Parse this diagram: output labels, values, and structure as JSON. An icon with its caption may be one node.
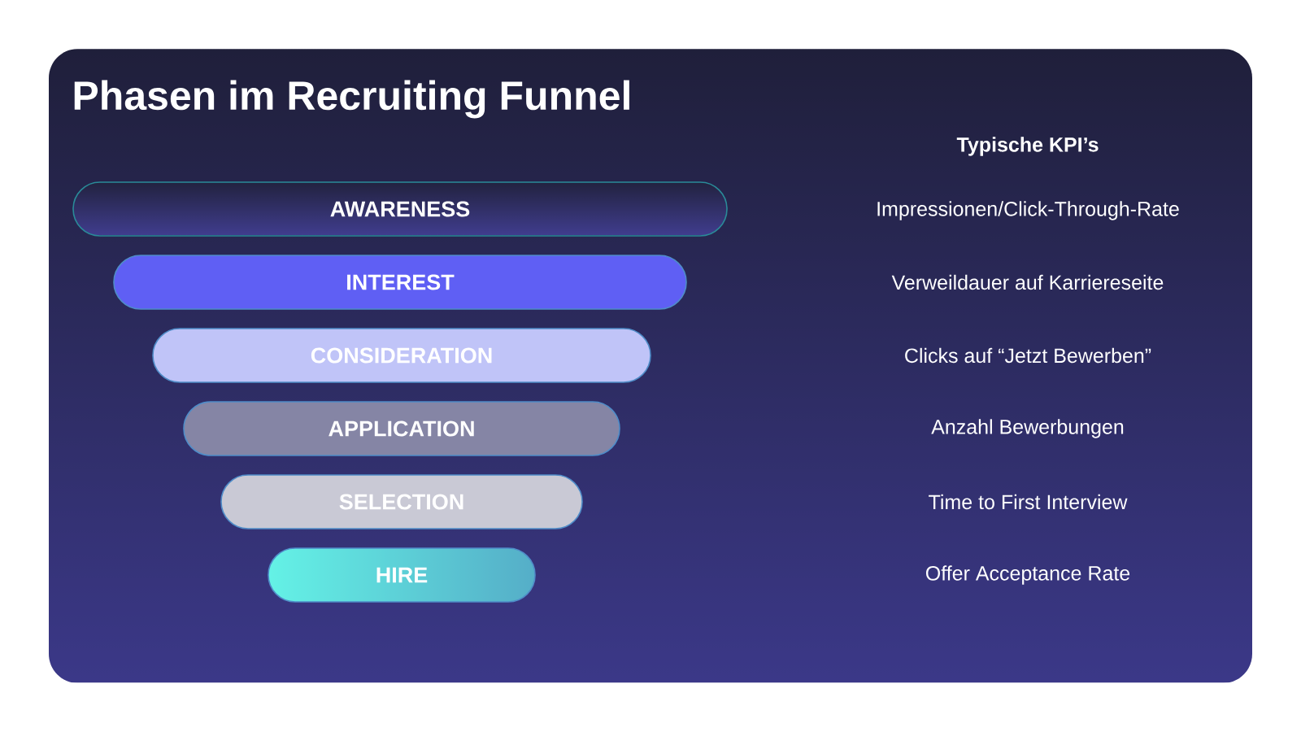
{
  "diagram": {
    "title": "Phasen im Recruiting Funnel",
    "nodes": [
      {
        "text": [
          "AWARENESS"
        ]
      },
      {
        "text": [
          "INTEREST"
        ]
      },
      {
        "text": [
          "CONSIDERATION"
        ]
      },
      {
        "text": [
          "APPLICATION"
        ]
      },
      {
        "text": [
          "SELECTION"
        ]
      },
      {
        "text": [
          "HIRE"
        ]
      }
    ],
    "labels": [
      "Typische KPI’s",
      "Impressionen/Click-Through-Rate",
      "Verweildauer auf Karriereseite",
      "Clicks auf “Jetzt Bewerben”",
      "Anzahl Bewerbungen",
      "Time to First Interview",
      "Offer Acceptance Rate"
    ]
  }
}
